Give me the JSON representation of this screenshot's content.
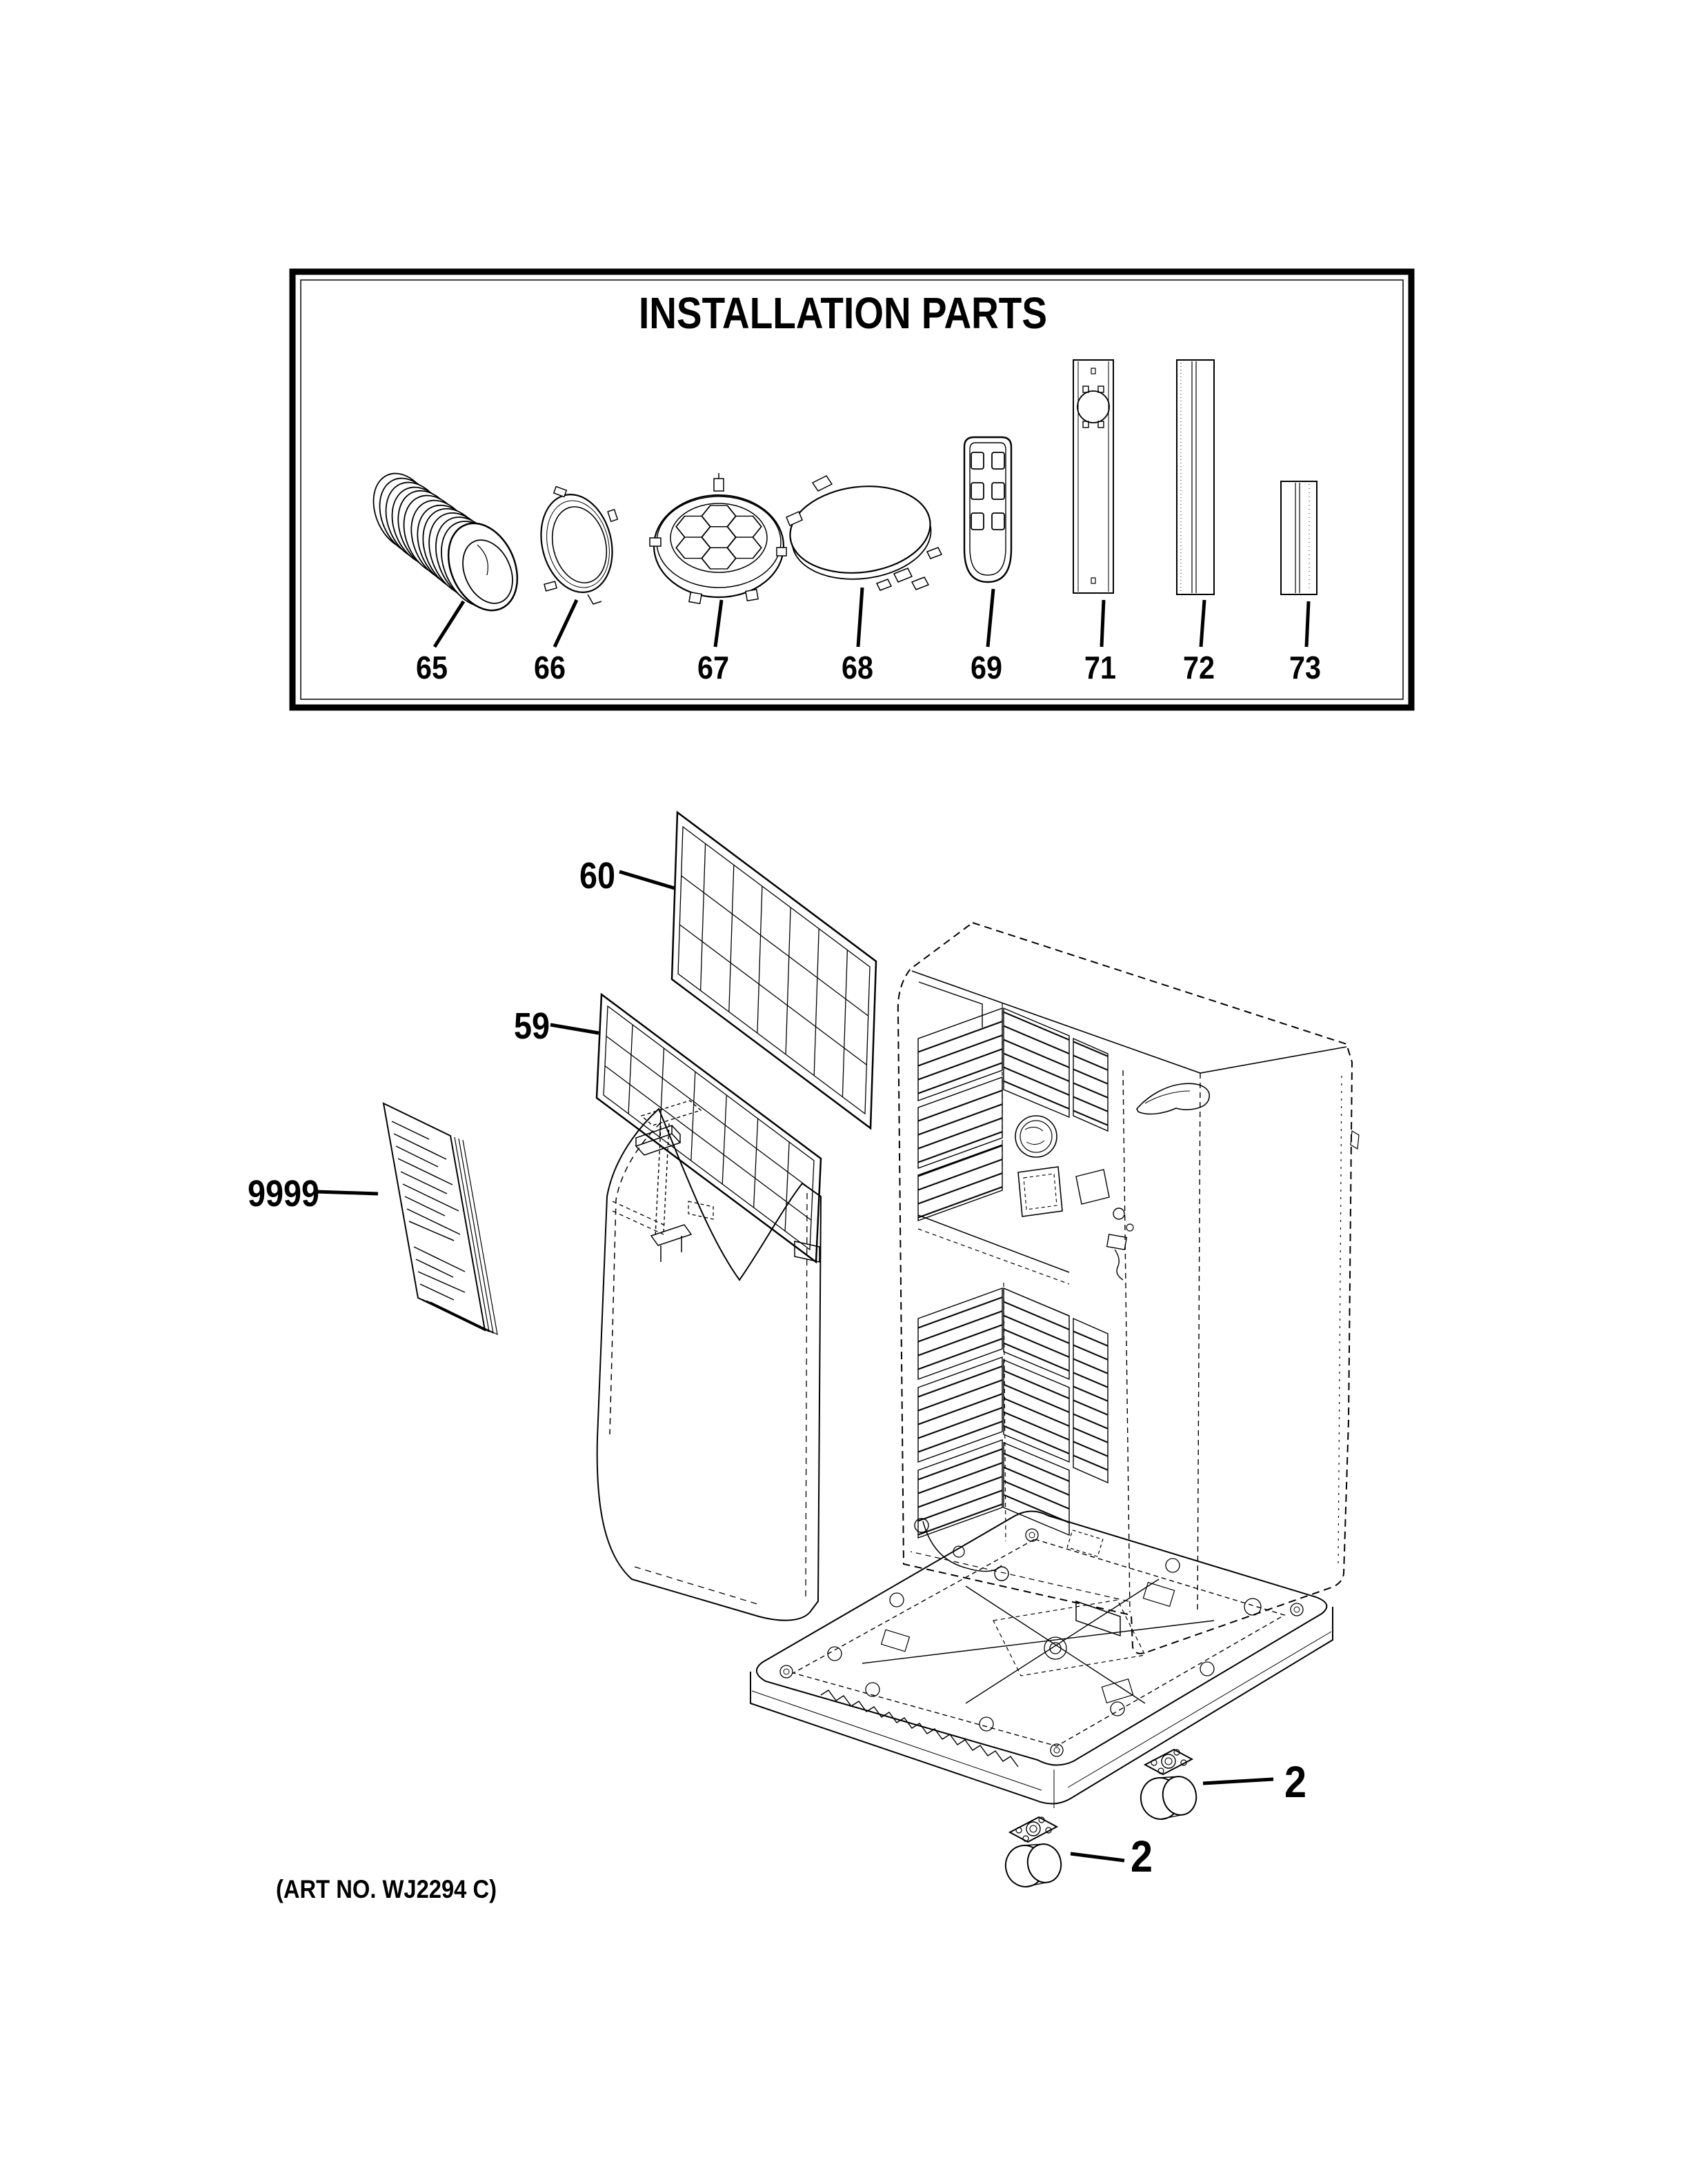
{
  "page": {
    "background_color": "#ffffff",
    "line_color": "#000000",
    "art_number": "(ART NO. WJ2294 C)"
  },
  "installation_box": {
    "title": "INSTALLATION PARTS",
    "labels": {
      "p65": "65",
      "p66": "66",
      "p67": "67",
      "p68": "68",
      "p69": "69",
      "p71": "71",
      "p72": "72",
      "p73": "73"
    }
  },
  "exploded": {
    "labels": {
      "p60": "60",
      "p59": "59",
      "p9999": "9999",
      "qty2a": "2",
      "qty2b": "2"
    }
  }
}
